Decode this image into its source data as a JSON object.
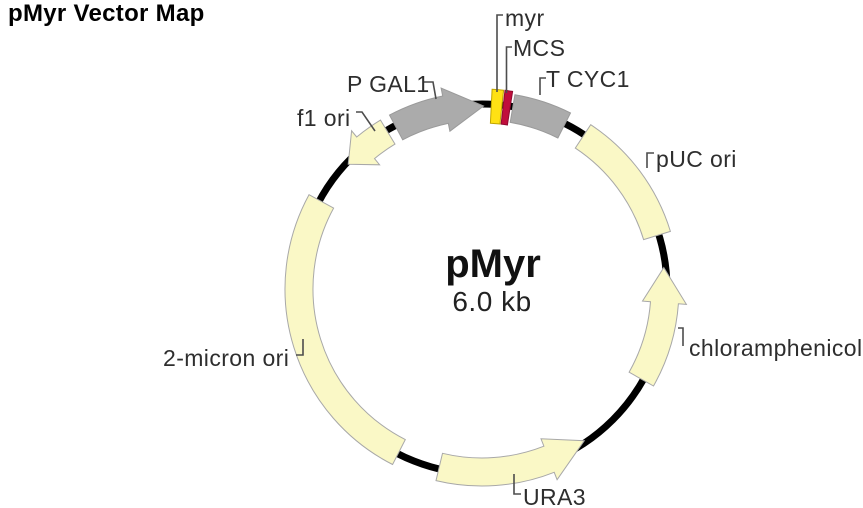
{
  "title": "pMyr Vector Map",
  "plasmid": {
    "name": "pMyr",
    "size": "6.0 kb"
  },
  "colors": {
    "backbone": "#000000",
    "pale_yellow": "#FAF8C6",
    "bright_yellow": "#FFE114",
    "crimson": "#C00E3C",
    "gray": "#ABABAB",
    "outline": "#A8A8A8",
    "pale_yellow_outline": "#A8A8A8",
    "gray_outline": "#9A9A9A",
    "bright_yellow_outline": "#C0A500",
    "crimson_outline": "#8F0A30",
    "leader": "#4D4D4D",
    "label_text": "#2E2E2E"
  },
  "features": [
    {
      "id": "p_gal1",
      "label": "P GAL1",
      "type": "arrow",
      "direction": "cw",
      "start_deg": 332,
      "end_deg": 360.5,
      "head_deg": 12,
      "color": "gray"
    },
    {
      "id": "myr",
      "label": "myr",
      "type": "block",
      "direction": null,
      "start_deg": 2.9,
      "end_deg": 6.2,
      "head_deg": 0,
      "color": "bright_yellow"
    },
    {
      "id": "mcs",
      "label": "MCS",
      "type": "block",
      "direction": null,
      "start_deg": 6.6,
      "end_deg": 8.8,
      "head_deg": 0,
      "color": "crimson"
    },
    {
      "id": "t_cyc1",
      "label": "T CYC1",
      "type": "band",
      "direction": null,
      "start_deg": 9.6,
      "end_deg": 26.7,
      "head_deg": 0,
      "color": "gray"
    },
    {
      "id": "puc_ori",
      "label": "pUC ori",
      "type": "band",
      "direction": null,
      "start_deg": 33.5,
      "end_deg": 73,
      "head_deg": 0,
      "color": "pale_yellow"
    },
    {
      "id": "chloramphenicol",
      "label": "chloramphenicol",
      "type": "arrow",
      "direction": "ccw",
      "start_deg": 119.5,
      "end_deg": 83.3,
      "head_deg": 11,
      "color": "pale_yellow"
    },
    {
      "id": "ura3",
      "label": "URA3",
      "type": "arrow",
      "direction": "ccw",
      "start_deg": 193.5,
      "end_deg": 146,
      "head_deg": 12.5,
      "color": "pale_yellow"
    },
    {
      "id": "two_micron_ori",
      "label": "2-micron ori",
      "type": "band",
      "direction": null,
      "start_deg": 207,
      "end_deg": 298.6,
      "head_deg": 0,
      "color": "pale_yellow"
    },
    {
      "id": "f1_ori",
      "label": "f1 ori",
      "type": "arrow",
      "direction": "ccw",
      "start_deg": 329,
      "end_deg": 313,
      "head_deg": 7.5,
      "color": "pale_yellow"
    }
  ]
}
